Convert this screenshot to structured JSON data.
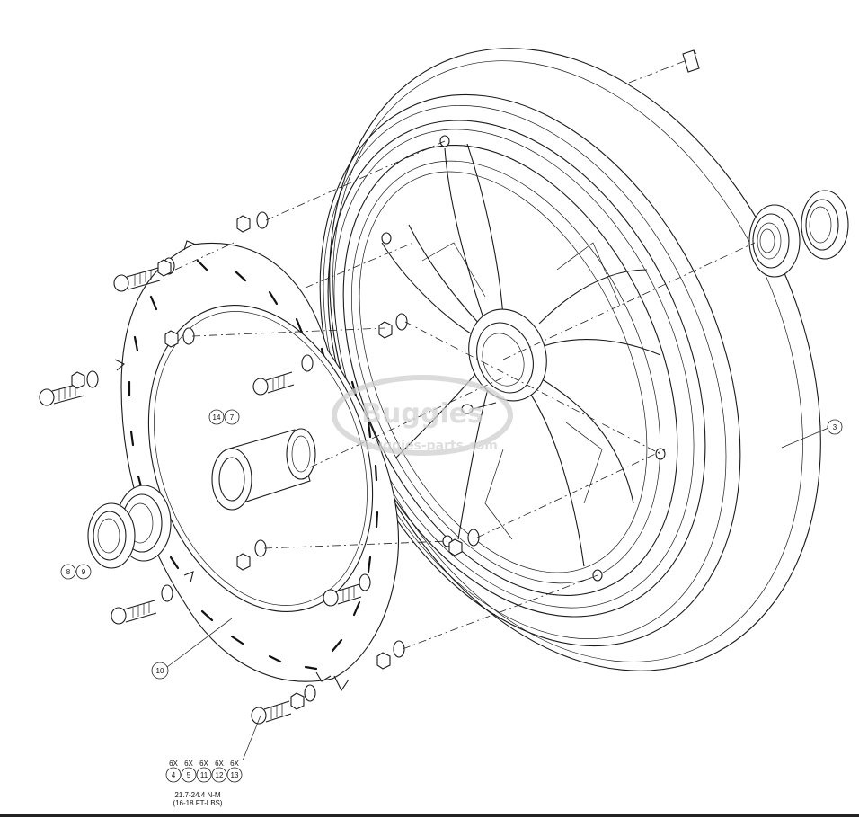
{
  "callouts": {
    "c3": "3",
    "c7": "7",
    "c8": "8",
    "c9": "9",
    "c10": "10",
    "c14": "14",
    "c4": "4",
    "c5": "5",
    "c11": "11",
    "c12": "12",
    "c13": "13"
  },
  "quantities": {
    "q4": "6X",
    "q5": "6X",
    "q11": "6X",
    "q12": "6X",
    "q13": "6X"
  },
  "torque": {
    "metric": "21.7-24.4 N-M",
    "imperial": "(16-18 FT-LBS)"
  },
  "watermark": {
    "logo": "Buggies",
    "url": "buggies-parts.com"
  }
}
